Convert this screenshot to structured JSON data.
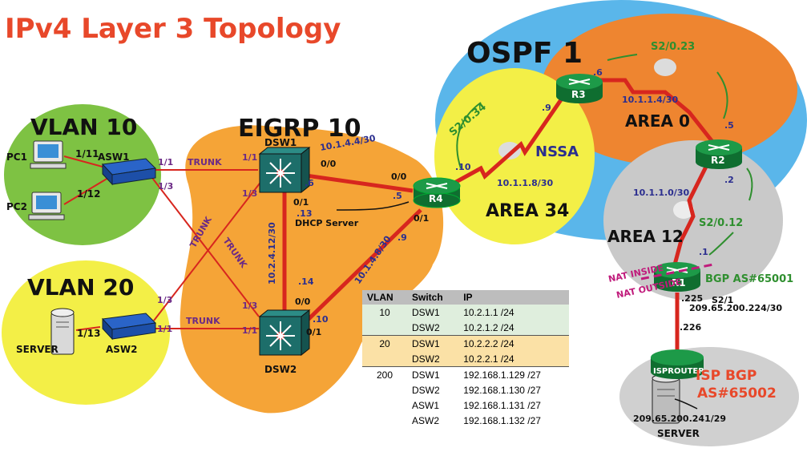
{
  "title": "IPv4 Layer 3 Topology",
  "zones": {
    "vlan10": "VLAN 10",
    "vlan20": "VLAN 20",
    "eigrp": "EIGRP 10",
    "ospf": "OSPF 1",
    "area0": "AREA 0",
    "area34": "AREA 34",
    "area12": "AREA 12",
    "nssa": "NSSA"
  },
  "devices": {
    "pc1": "PC1",
    "pc2": "PC2",
    "server1": "SERVER",
    "asw1": "ASW1",
    "asw2": "ASW2",
    "dsw1": "DSW1",
    "dsw2": "DSW2",
    "r1": "R1",
    "r2": "R2",
    "r3": "R3",
    "r4": "R4",
    "isp": "ISPROUTER",
    "server2": "SERVER"
  },
  "ports": {
    "asw1_p1": "1/11",
    "asw1_p2": "1/12",
    "asw1_up1": "1/1",
    "asw1_up3": "1/3",
    "asw2_p": "1/13",
    "asw2_up3": "1/3",
    "asw2_up1": "1/1",
    "dsw1_1": "1/1",
    "dsw1_3": "1/3",
    "dsw1_00": "0/0",
    "dsw1_01": "0/1",
    "dsw2_3": "1/3",
    "dsw2_1": "1/1",
    "dsw2_00": "0/0",
    "dsw2_01": "0/1",
    "r4_00": "0/0",
    "r4_01": "0/1"
  },
  "links": {
    "trunk1": "TRUNK",
    "trunk2": "TRUNK",
    "trunk3": "TRUNK",
    "trunk4": "TRUNK",
    "net_dsw1_r4": "10.1.4.4/30",
    "net_dsw1_dsw2": "10.2.4.12/30",
    "net_dsw2_r4": "10.1.4.8/30",
    "net_r3_r4": "10.1.1.8/30",
    "net_r2_r3": "10.1.1.4/30",
    "net_r1_r2": "10.1.1.0/30",
    "net_r1_isp": "209.65.200.224/30",
    "net_server": "209.65.200.241/29",
    "s2_034": "S2/0.34",
    "s2_023": "S2/0.23",
    "s2_012": "S2/0.12",
    "s2_1": "S2/1",
    "dhcp": "DHCP Server"
  },
  "host_octets": {
    "dsw1_r4_a": ".6",
    "dsw1_r4_b": ".5",
    "dsw1_dsw2_a": ".13",
    "dsw1_dsw2_b": ".14",
    "dsw2_r4_a": ".10",
    "dsw2_r4_b": ".9",
    "r3_r4_a": ".9",
    "r3_r4_b": ".10",
    "r3_r2_a": ".6",
    "r3_r2_b": ".5",
    "r1_r2_a": ".2",
    "r1_r2_b": ".1",
    "r1_isp_a": ".225",
    "r1_isp_b": ".226"
  },
  "nat": {
    "inside": "NAT INSIDE",
    "outside": "NAT OUTSIDE"
  },
  "bgp": {
    "r1": "BGP  AS#65001",
    "isp_l1": "ISP BGP",
    "isp_l2": "AS#65002"
  },
  "table": {
    "headers": [
      "VLAN",
      "Switch",
      "IP"
    ],
    "rows": [
      {
        "vlan": "10",
        "switch": "DSW1",
        "ip": "10.2.1.1 /24"
      },
      {
        "vlan": "",
        "switch": "DSW2",
        "ip": "10.2.1.2 /24"
      },
      {
        "vlan": "20",
        "switch": "DSW1",
        "ip": "10.2.2.2 /24"
      },
      {
        "vlan": "",
        "switch": "DSW2",
        "ip": "10.2.2.1 /24"
      },
      {
        "vlan": "200",
        "switch": "DSW1",
        "ip": "192.168.1.129 /27"
      },
      {
        "vlan": "",
        "switch": "DSW2",
        "ip": "192.168.1.130 /27"
      },
      {
        "vlan": "",
        "switch": "ASW1",
        "ip": "192.168.1.131 /27"
      },
      {
        "vlan": "",
        "switch": "ASW2",
        "ip": "192.168.1.132 /27"
      }
    ]
  },
  "colors": {
    "title": "#e8482a",
    "green_zone": "#7ec243",
    "yellow_zone": "#f3ef47",
    "orange_zone": "#f5a437",
    "ospf_zone": "#5ab6ea",
    "area0": "#ee8530",
    "area12": "#c9c9c9",
    "link_red": "#d7261e",
    "router": "#158a3c",
    "switch_teal": "#1d6e6a",
    "label_blue": "#2b2e8f",
    "label_green": "#2f8f2f",
    "label_purple": "#6b2a86",
    "nat_magenta": "#c01a7b"
  }
}
